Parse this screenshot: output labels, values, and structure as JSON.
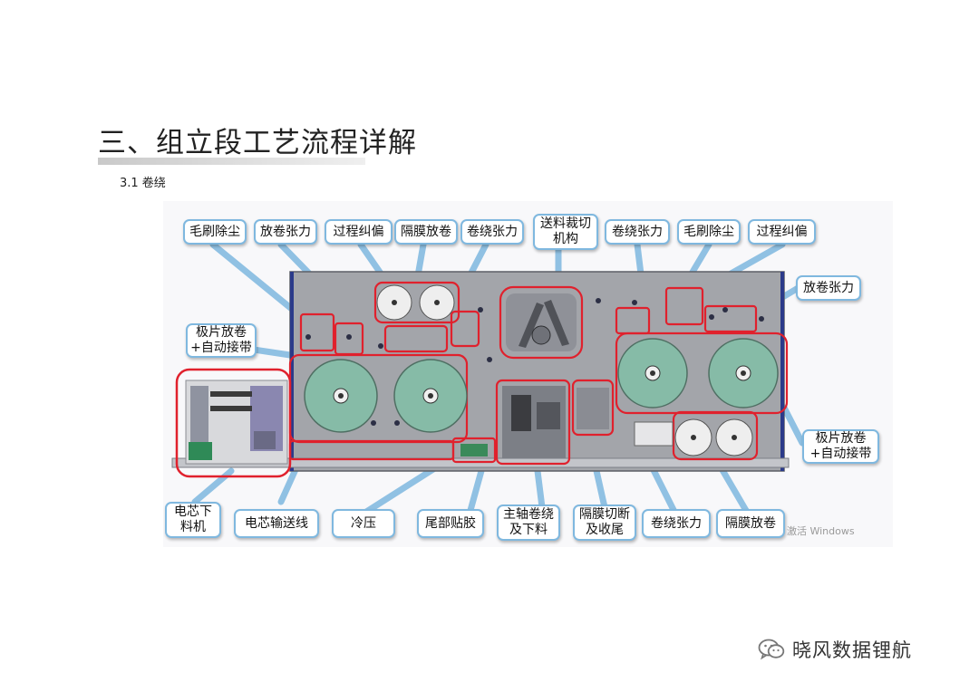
{
  "document": {
    "title": "三、组立段工艺流程详解",
    "section": "3.1 卷绕"
  },
  "figure": {
    "callouts_top": [
      "毛刷除尘",
      "放卷张力",
      "过程纠偏",
      "隔膜放卷",
      "卷绕张力",
      "送料裁切机构",
      "卷绕张力",
      "毛刷除尘",
      "过程纠偏"
    ],
    "callouts_right": [
      "放卷张力",
      "极片放卷+自动接带"
    ],
    "callouts_left": [
      "极片放卷+自动接带"
    ],
    "callouts_bottom": [
      "电芯下料机",
      "电芯输送线",
      "冷压",
      "尾部贴胶",
      "主轴卷绕及下料",
      "隔膜切断及收尾",
      "卷绕张力",
      "隔膜放卷"
    ],
    "activation_watermark": "激活 Windows"
  },
  "brand": {
    "name": "晓风数据锂航",
    "icon": "wechat-icon"
  },
  "colors": {
    "callout_border": "#7fb8df",
    "highlight_red": "#e0212d",
    "machine_gray": "#a3a5aa",
    "roll_green": "#86bba7",
    "frame_navy": "#2b3a8a"
  }
}
